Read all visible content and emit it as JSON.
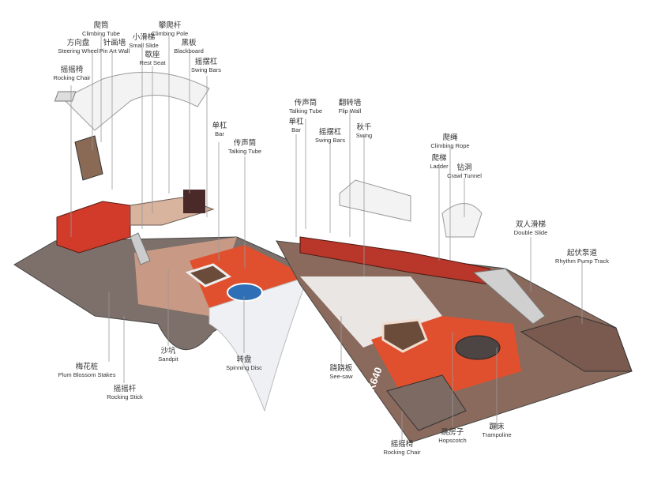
{
  "labels": {
    "climbing_tube_l": {
      "zh": "爬筒",
      "en": "Climbing Tube"
    },
    "steering_wheel": {
      "zh": "方向盘",
      "en": "Steering Wheel"
    },
    "pin_art_wall": {
      "zh": "针画墙",
      "en": "Pin Art Wall"
    },
    "small_slide": {
      "zh": "小滑梯",
      "en": "Small Slide"
    },
    "climbing_pole": {
      "zh": "攀爬杆",
      "en": "Climbing Pole"
    },
    "rest_seat": {
      "zh": "歇座",
      "en": "Rest Seat"
    },
    "blackboard": {
      "zh": "黑板",
      "en": "Blackboard"
    },
    "rocking_chair_l": {
      "zh": "摇摇椅",
      "en": "Rocking Chair"
    },
    "swing_bars_l": {
      "zh": "摇摆杠",
      "en": "Swing Bars"
    },
    "bar_l": {
      "zh": "单杠",
      "en": "Bar"
    },
    "talking_tube_l": {
      "zh": "传声筒",
      "en": "Talking Tube"
    },
    "plum_blossom": {
      "zh": "梅花桩",
      "en": "Plum Blossom Stakes"
    },
    "rocking_stick": {
      "zh": "摇摇杆",
      "en": "Rocking Stick"
    },
    "sandpit": {
      "zh": "沙坑",
      "en": "Sandpit"
    },
    "spinning_disc": {
      "zh": "转盘",
      "en": "Spinning Disc"
    },
    "talking_tube_r": {
      "zh": "传声筒",
      "en": "Talking Tube"
    },
    "flip_wall": {
      "zh": "翻转墙",
      "en": "Flip Wall"
    },
    "bar_r": {
      "zh": "单杠",
      "en": "Bar"
    },
    "swing_bars_r": {
      "zh": "摇摆杠",
      "en": "Swing Bars"
    },
    "swing": {
      "zh": "秋千",
      "en": "Swing"
    },
    "climbing_rope": {
      "zh": "爬绳",
      "en": "Climbing Rope"
    },
    "ladder": {
      "zh": "爬梯",
      "en": "Ladder"
    },
    "crawl_tunnel": {
      "zh": "钻洞",
      "en": "Crawl Tunnel"
    },
    "double_slide": {
      "zh": "双人滑梯",
      "en": "Double Slide"
    },
    "pump_track": {
      "zh": "起伏泵道",
      "en": "Rhythm Pump Track"
    },
    "see_saw": {
      "zh": "跷跷板",
      "en": "See-saw"
    },
    "hopscotch": {
      "zh": "跳房子",
      "en": "Hopscotch"
    },
    "trampoline": {
      "zh": "蹦床",
      "en": "Trampoline"
    },
    "rocking_chair_r": {
      "zh": "摇摇椅",
      "en": "Rocking Chair"
    }
  },
  "floor_marking": "BK640",
  "colors": {
    "red": "#e0502f",
    "brown": "#8a6a5c",
    "sand": "#e9c9b0",
    "dark": "#5a4a45"
  }
}
